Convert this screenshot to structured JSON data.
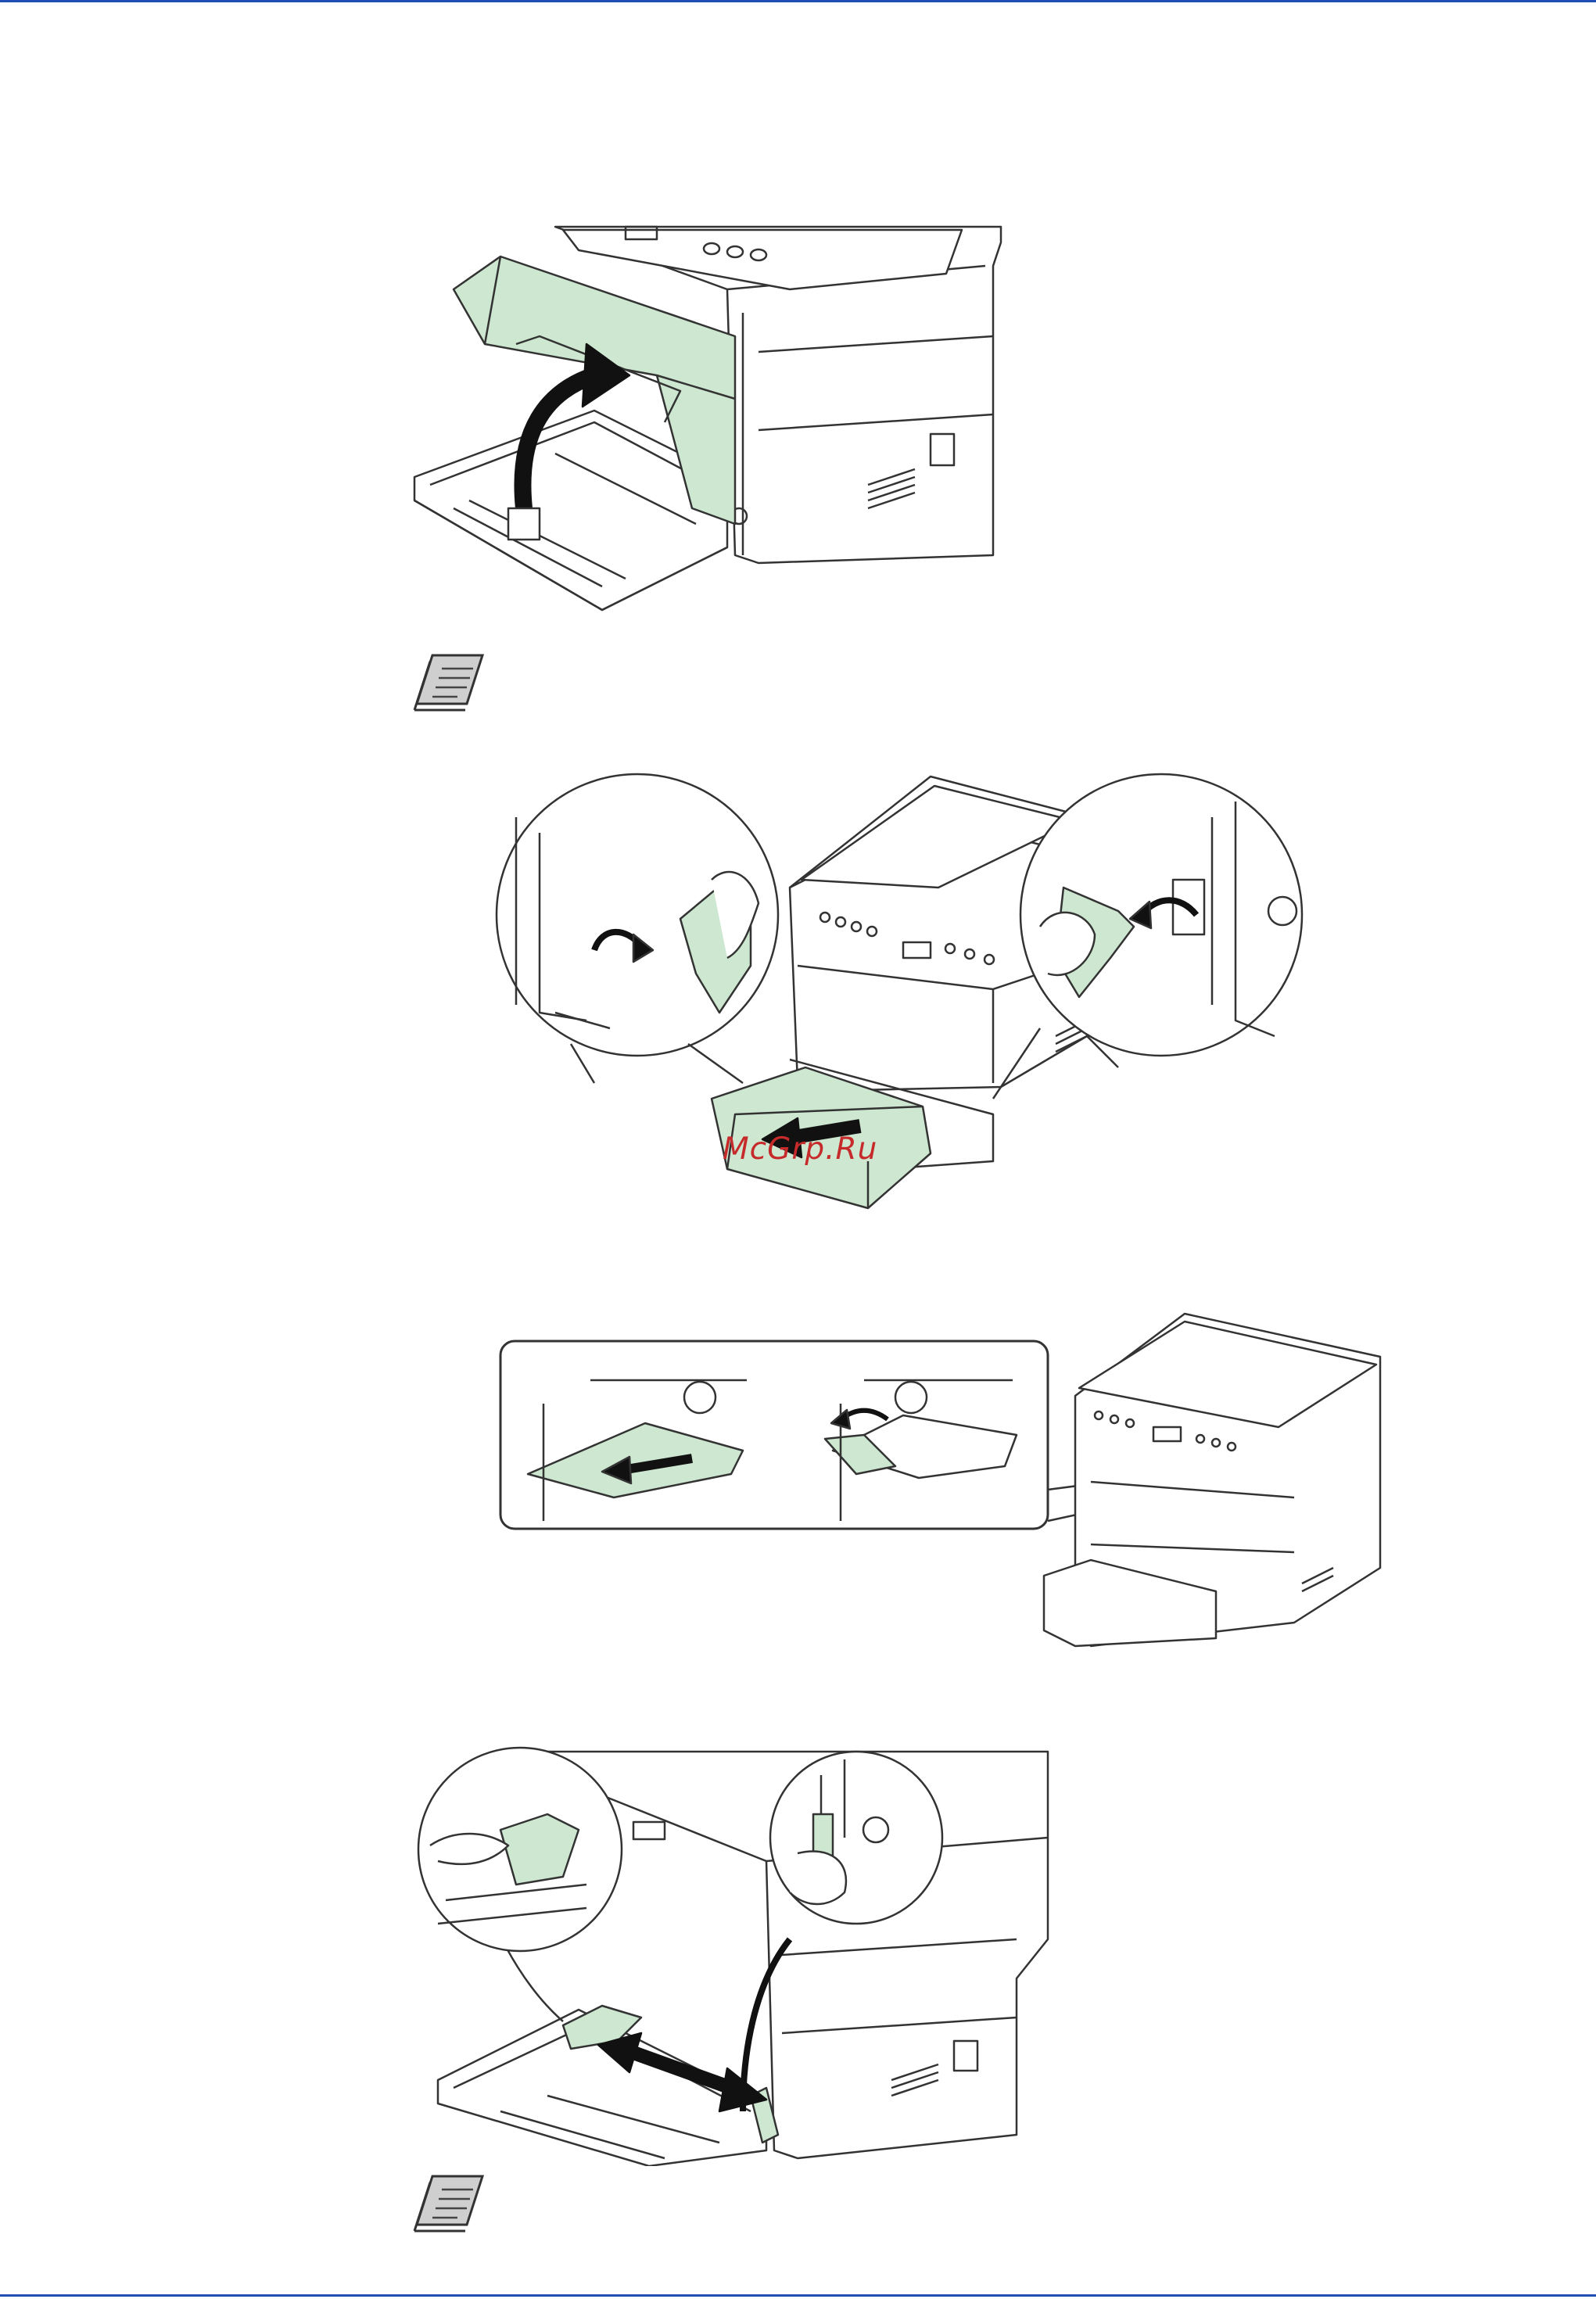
{
  "page": {
    "accent_color": "#1f4fb5",
    "part_color": "#cde7d0"
  },
  "watermark": {
    "text": "McGrp.Ru",
    "color": "#c62a2a"
  },
  "figures": [
    {
      "id": "fig-1",
      "description_icon": "open-tray-cover"
    },
    {
      "id": "fig-2",
      "description_icon": "remove-tray-cover"
    },
    {
      "id": "fig-3",
      "description_icon": "extend-paper-stopper"
    },
    {
      "id": "fig-4",
      "description_icon": "adjust-paper-guides"
    }
  ],
  "notes": [
    {
      "icon": "note-icon"
    },
    {
      "icon": "note-icon"
    }
  ]
}
